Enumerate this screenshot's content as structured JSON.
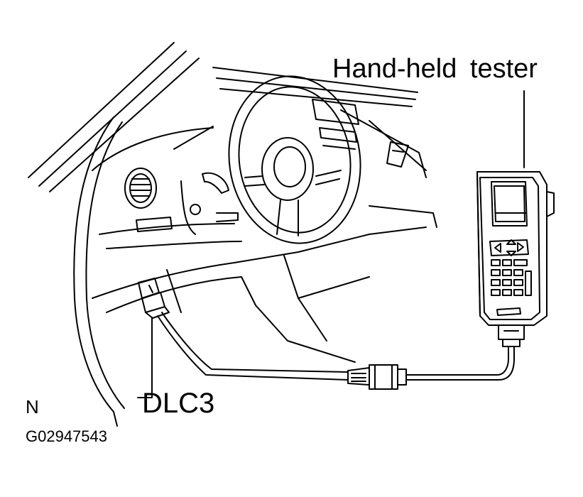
{
  "labels": {
    "tester": "Hand-held  tester",
    "connector": "DLC3",
    "view_marker": "N",
    "figure_code": "G02947543"
  },
  "colors": {
    "ink": "#000000",
    "paper": "#ffffff"
  },
  "icons": [
    "hand-held-tester-icon",
    "dlc3-connector-icon",
    "steering-wheel-icon",
    "cable-coupler-icon"
  ]
}
